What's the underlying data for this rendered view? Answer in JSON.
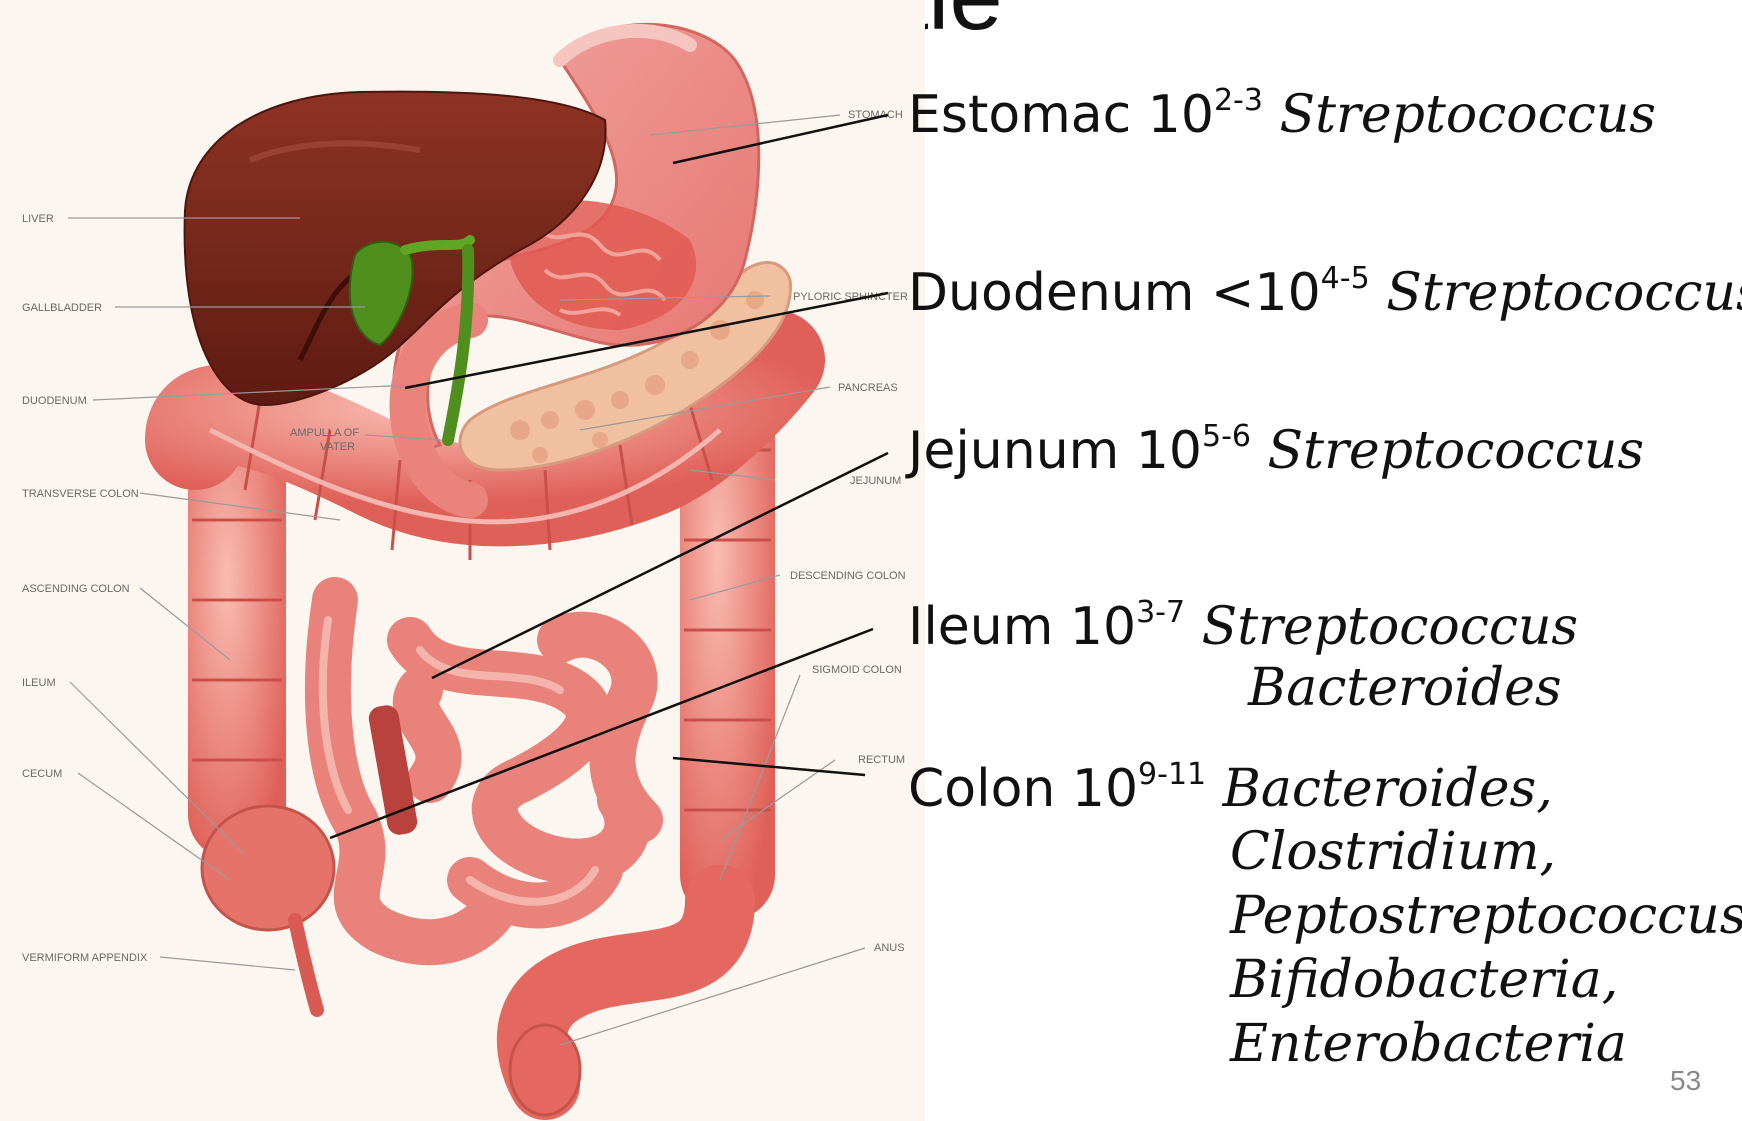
{
  "slide": {
    "title": "Normale",
    "page_number": "53"
  },
  "anatomy_labels": {
    "left": [
      "LIVER",
      "GALLBLADDER",
      "DUODENUM",
      "TRANSVERSE COLON",
      "ASCENDING COLON",
      "ILEUM",
      "CECUM",
      "VERMIFORM APPENDIX"
    ],
    "ampulla": [
      "AMPULLA OF",
      "VATER"
    ],
    "right": [
      "STOMACH",
      "PYLORIC SPHINCTER",
      "PANCREAS",
      "JEJUNUM",
      "DESCENDING COLON",
      "SIGMOID COLON",
      "RECTUM",
      "ANUS"
    ]
  },
  "flora": [
    {
      "site": "Estomac",
      "base": "10",
      "exponent": "2-3",
      "organisms": [
        "Streptococcus"
      ]
    },
    {
      "site": "Duodenum",
      "base": "<10",
      "exponent": "4-5",
      "organisms": [
        "Streptococcus"
      ]
    },
    {
      "site": "Jejunum",
      "base": "10",
      "exponent": "5-6",
      "organisms": [
        "Streptococcus"
      ]
    },
    {
      "site": "Ileum",
      "base": "10",
      "exponent": "3-7",
      "organisms": [
        "Streptococcus",
        "Bacteroides"
      ]
    },
    {
      "site": "Colon",
      "base": "10",
      "exponent": "9-11",
      "organisms": [
        "Bacteroides,",
        "Clostridium,",
        "Peptostreptococcus,",
        "Bifidobacteria,",
        "Enterobacteria"
      ]
    }
  ],
  "colors": {
    "liver": "#7a2418",
    "stomach": "#ea8e8c",
    "gallbladder": "#4f8f1e",
    "intestine": "#e8706a",
    "pancreas": "#f0c0a0",
    "label_text": "#6a6a6a",
    "pointer_line": "#111111"
  }
}
